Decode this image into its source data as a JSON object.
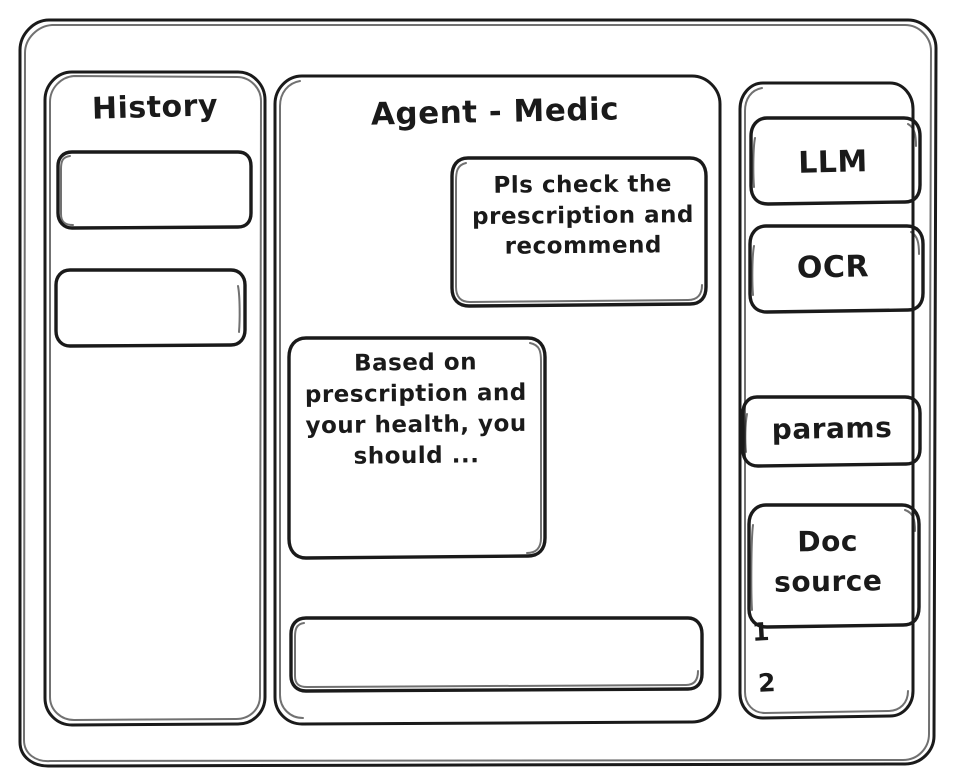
{
  "window": {
    "name": "agent-medic-wireframe",
    "style": "hand-drawn-wireframe",
    "ink_color": "#1a1a1a",
    "background_color": "#ffffff"
  },
  "sidebar_left": {
    "title": "History",
    "items": [
      {
        "label": "",
        "name": "history-item-1"
      },
      {
        "label": "",
        "name": "history-item-2"
      }
    ]
  },
  "main": {
    "title": "Agent - Medic",
    "messages": [
      {
        "role": "user",
        "text": "Pls check the prescription and recommend",
        "align": "right"
      },
      {
        "role": "assistant",
        "text": "Based on prescription and your health, you should ...",
        "align": "left"
      }
    ],
    "composer": {
      "value": "",
      "placeholder": ""
    }
  },
  "sidebar_right": {
    "items": [
      {
        "label": "LLM",
        "name": "llm-button"
      },
      {
        "label": "OCR",
        "name": "ocr-button"
      },
      {
        "label": "params",
        "name": "params-button"
      },
      {
        "label": "Doc source",
        "name": "doc-source-button"
      }
    ],
    "doc_source_list": [
      "1",
      "2"
    ]
  }
}
